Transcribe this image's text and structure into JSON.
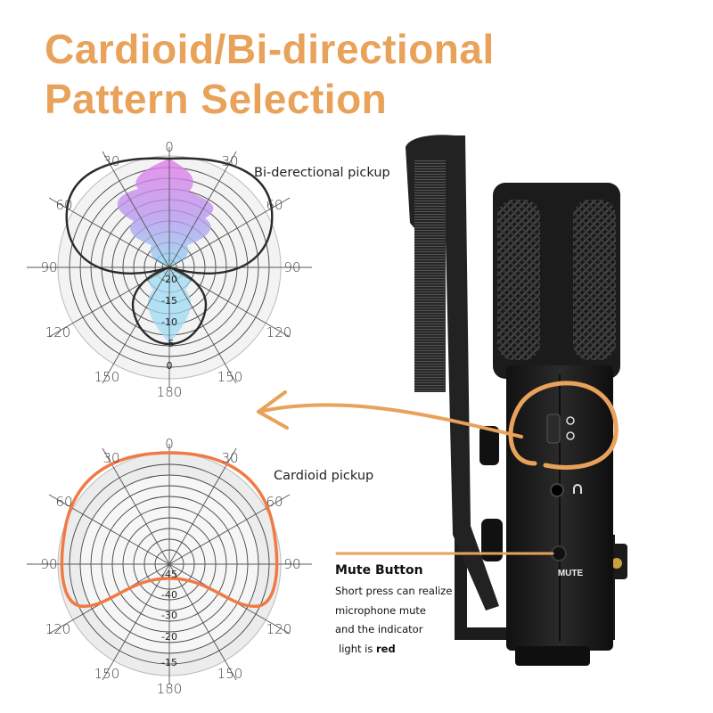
{
  "title": {
    "line1": "Cardioid/Bi-directional",
    "line2": "Pattern Selection",
    "color": "#e8a25a"
  },
  "diagrams": {
    "bidirectional": {
      "label": "Bi-derectional pickup",
      "angle_labels": [
        "0",
        "30",
        "30",
        "60",
        "60",
        "90",
        "90",
        "120",
        "120",
        "150",
        "150",
        "180"
      ],
      "ring_labels": [
        "-20",
        "-15",
        "-10",
        "-5",
        "0"
      ],
      "outline_color": "#2a2a2a"
    },
    "cardioid": {
      "label": "Cardioid pickup",
      "angle_labels": [
        "0",
        "30",
        "30",
        "60",
        "60",
        "90",
        "90",
        "120",
        "120",
        "150",
        "150",
        "180"
      ],
      "ring_labels": [
        "-45",
        "-40",
        "-30",
        "-20",
        "-15"
      ],
      "outline_color": "#f07a45"
    }
  },
  "microphone": {
    "mute_label": "MUTE"
  },
  "mute_callout": {
    "title": "Mute Button",
    "lines": [
      "Short press can realize",
      "microphone mute",
      "and the indicator"
    ],
    "last_prefix": "light is ",
    "last_bold": "red"
  },
  "accent_color": "#e8a25a"
}
